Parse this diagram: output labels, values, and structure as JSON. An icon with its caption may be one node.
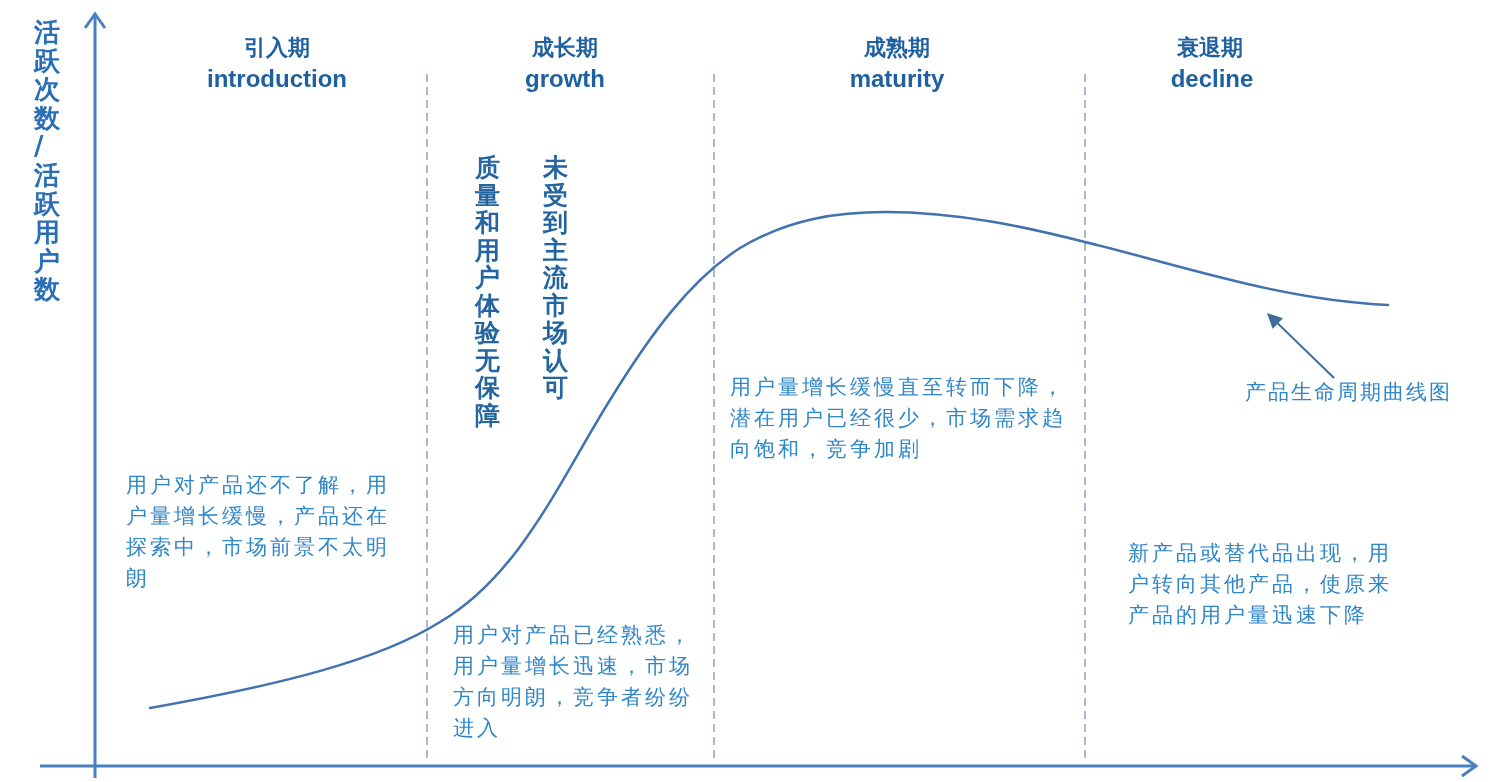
{
  "diagram": {
    "nodes": [
      {
        "text": [
          "产品生命周期曲线图"
        ]
      },
      {
        "text": [],
        "shape": "curve"
      }
    ],
    "edges": [
      {
        "from": 0,
        "to": 1,
        "arrow": "to"
      }
    ],
    "labels": [
      "活跃次数/活跃用户数",
      "引入期",
      "introduction",
      "成长期",
      "growth",
      "成熟期",
      "maturity",
      "衰退期",
      "decline",
      "质量和用户体验无保障",
      "未受到主流市场认可",
      "用户对产品还不了解，用户量增长缓慢，产品还在探索中，市场前景不太明朗",
      "用户对产品已经熟悉，用户量增长迅速，市场方向明朗，竞争者纷纷进入",
      "用户量增长缓慢直至转而下降，潜在用户已经很少，市场需求趋向饱和，竞争加剧",
      "新产品或替代品出现，用户转向其他产品，使原来产品的用户量迅速下降"
    ]
  }
}
